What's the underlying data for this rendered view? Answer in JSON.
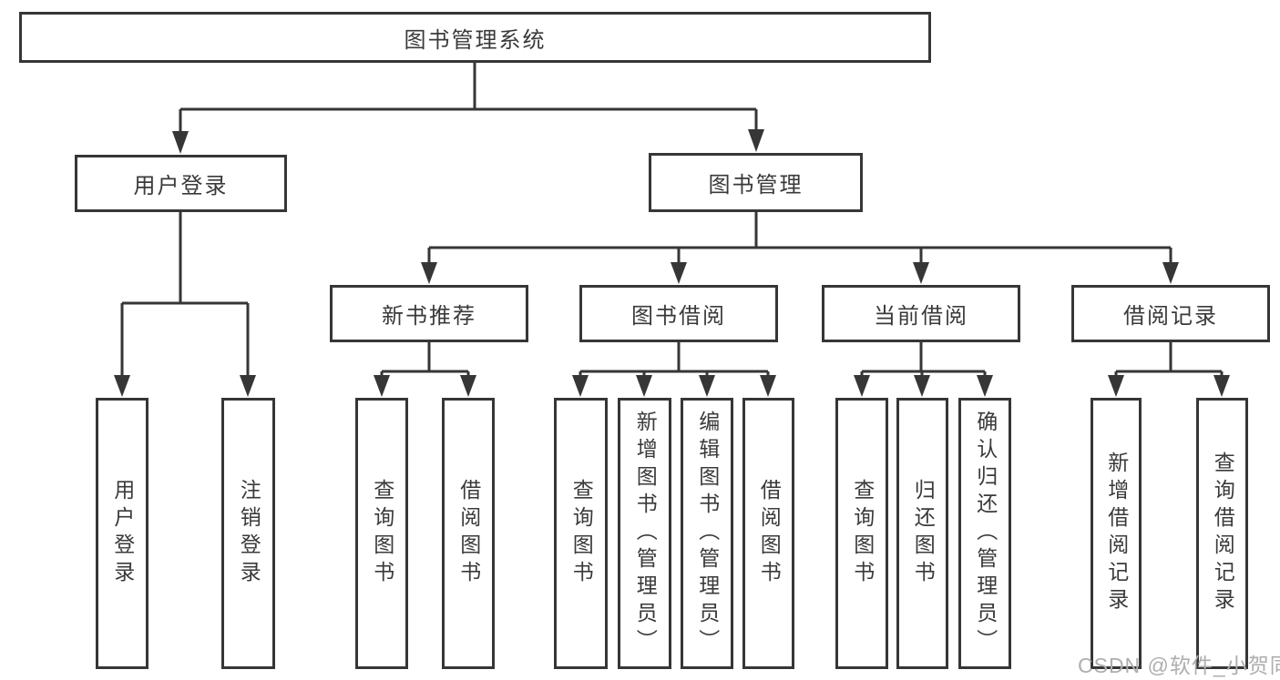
{
  "diagram_title": "图书管理系统",
  "nodes": {
    "root": "图书管理系统",
    "user_login": "用户登录",
    "book_management": "图书管理",
    "new_book_recommend": "新书推荐",
    "book_borrow": "图书借阅",
    "current_borrow": "当前借阅",
    "borrow_records": "借阅记录",
    "leaf_user_login": "用户登录",
    "leaf_logout": "注销登录",
    "leaf_query_book_recommend": "查询图书",
    "leaf_borrow_book_recommend": "借阅图书",
    "leaf_query_book_borrow": "查询图书",
    "leaf_add_book_admin": "新增图书（管理员）",
    "leaf_edit_book_admin": "编辑图书（管理员）",
    "leaf_borrow_book_borrow": "借阅图书",
    "leaf_query_book_current": "查询图书",
    "leaf_return_book": "归还图书",
    "leaf_confirm_return_admin": "确认归还（管理员）",
    "leaf_add_borrow_record": "新增借阅记录",
    "leaf_query_borrow_record": "查询借阅记录"
  },
  "hierarchy": {
    "图书管理系统": [
      "用户登录",
      "图书管理"
    ],
    "用户登录": [
      "用户登录",
      "注销登录"
    ],
    "图书管理": [
      "新书推荐",
      "图书借阅",
      "当前借阅",
      "借阅记录"
    ],
    "新书推荐": [
      "查询图书",
      "借阅图书"
    ],
    "图书借阅": [
      "查询图书",
      "新增图书（管理员）",
      "编辑图书（管理员）",
      "借阅图书"
    ],
    "当前借阅": [
      "查询图书",
      "归还图书",
      "确认归还（管理员）"
    ],
    "借阅记录": [
      "新增借阅记录",
      "查询借阅记录"
    ]
  },
  "colors": {
    "line": "#363636",
    "box_border": "#363636",
    "box_fill": "#ffffff",
    "text": "#3a3a3a",
    "watermark": "#aeaeae",
    "background": "#ffffff"
  },
  "watermark": "CSDN @软件_小贺同学"
}
